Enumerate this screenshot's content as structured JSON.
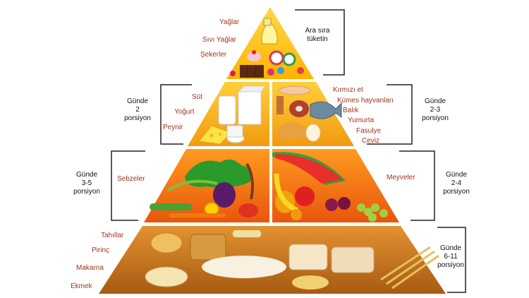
{
  "pyramid": {
    "tiers": [
      {
        "id": "top",
        "labels": [
          "Yağlar",
          "Sıvı Yağlar",
          "Şekerler"
        ],
        "note": [
          "Ara sıra",
          "tüketin"
        ]
      },
      {
        "id": "dairy-protein",
        "left_labels": [
          "Süt",
          "Yoğurt",
          "Peynir"
        ],
        "left_note": [
          "Günde",
          "2",
          "porsiyon"
        ],
        "right_labels": [
          "Kırmızı et",
          "Kümes hayvanları",
          "Balık",
          "Yumurta",
          "Fasulye",
          "Ceviz"
        ],
        "right_note": [
          "Günde",
          "2-3",
          "porsiyon"
        ]
      },
      {
        "id": "produce",
        "left_labels": [
          "Sebzeler"
        ],
        "left_note": [
          "Günde",
          "3-5",
          "porsiyon"
        ],
        "right_labels": [
          "Meyveler"
        ],
        "right_note": [
          "Günde",
          "2-4",
          "porsiyon"
        ]
      },
      {
        "id": "grains",
        "labels": [
          "Tahıllar",
          "Pirinç",
          "Makarna",
          "Ekmek"
        ],
        "note": [
          "Günde",
          "6-11",
          "porsiyon"
        ]
      }
    ]
  },
  "colors": {
    "top_tier": "#ffc11a",
    "dairy_tier": "#f2a51e",
    "produce_tier": "#ef6a14",
    "grain_tier": "#c06a14",
    "label": "#a0341c",
    "bracket": "#222222"
  }
}
